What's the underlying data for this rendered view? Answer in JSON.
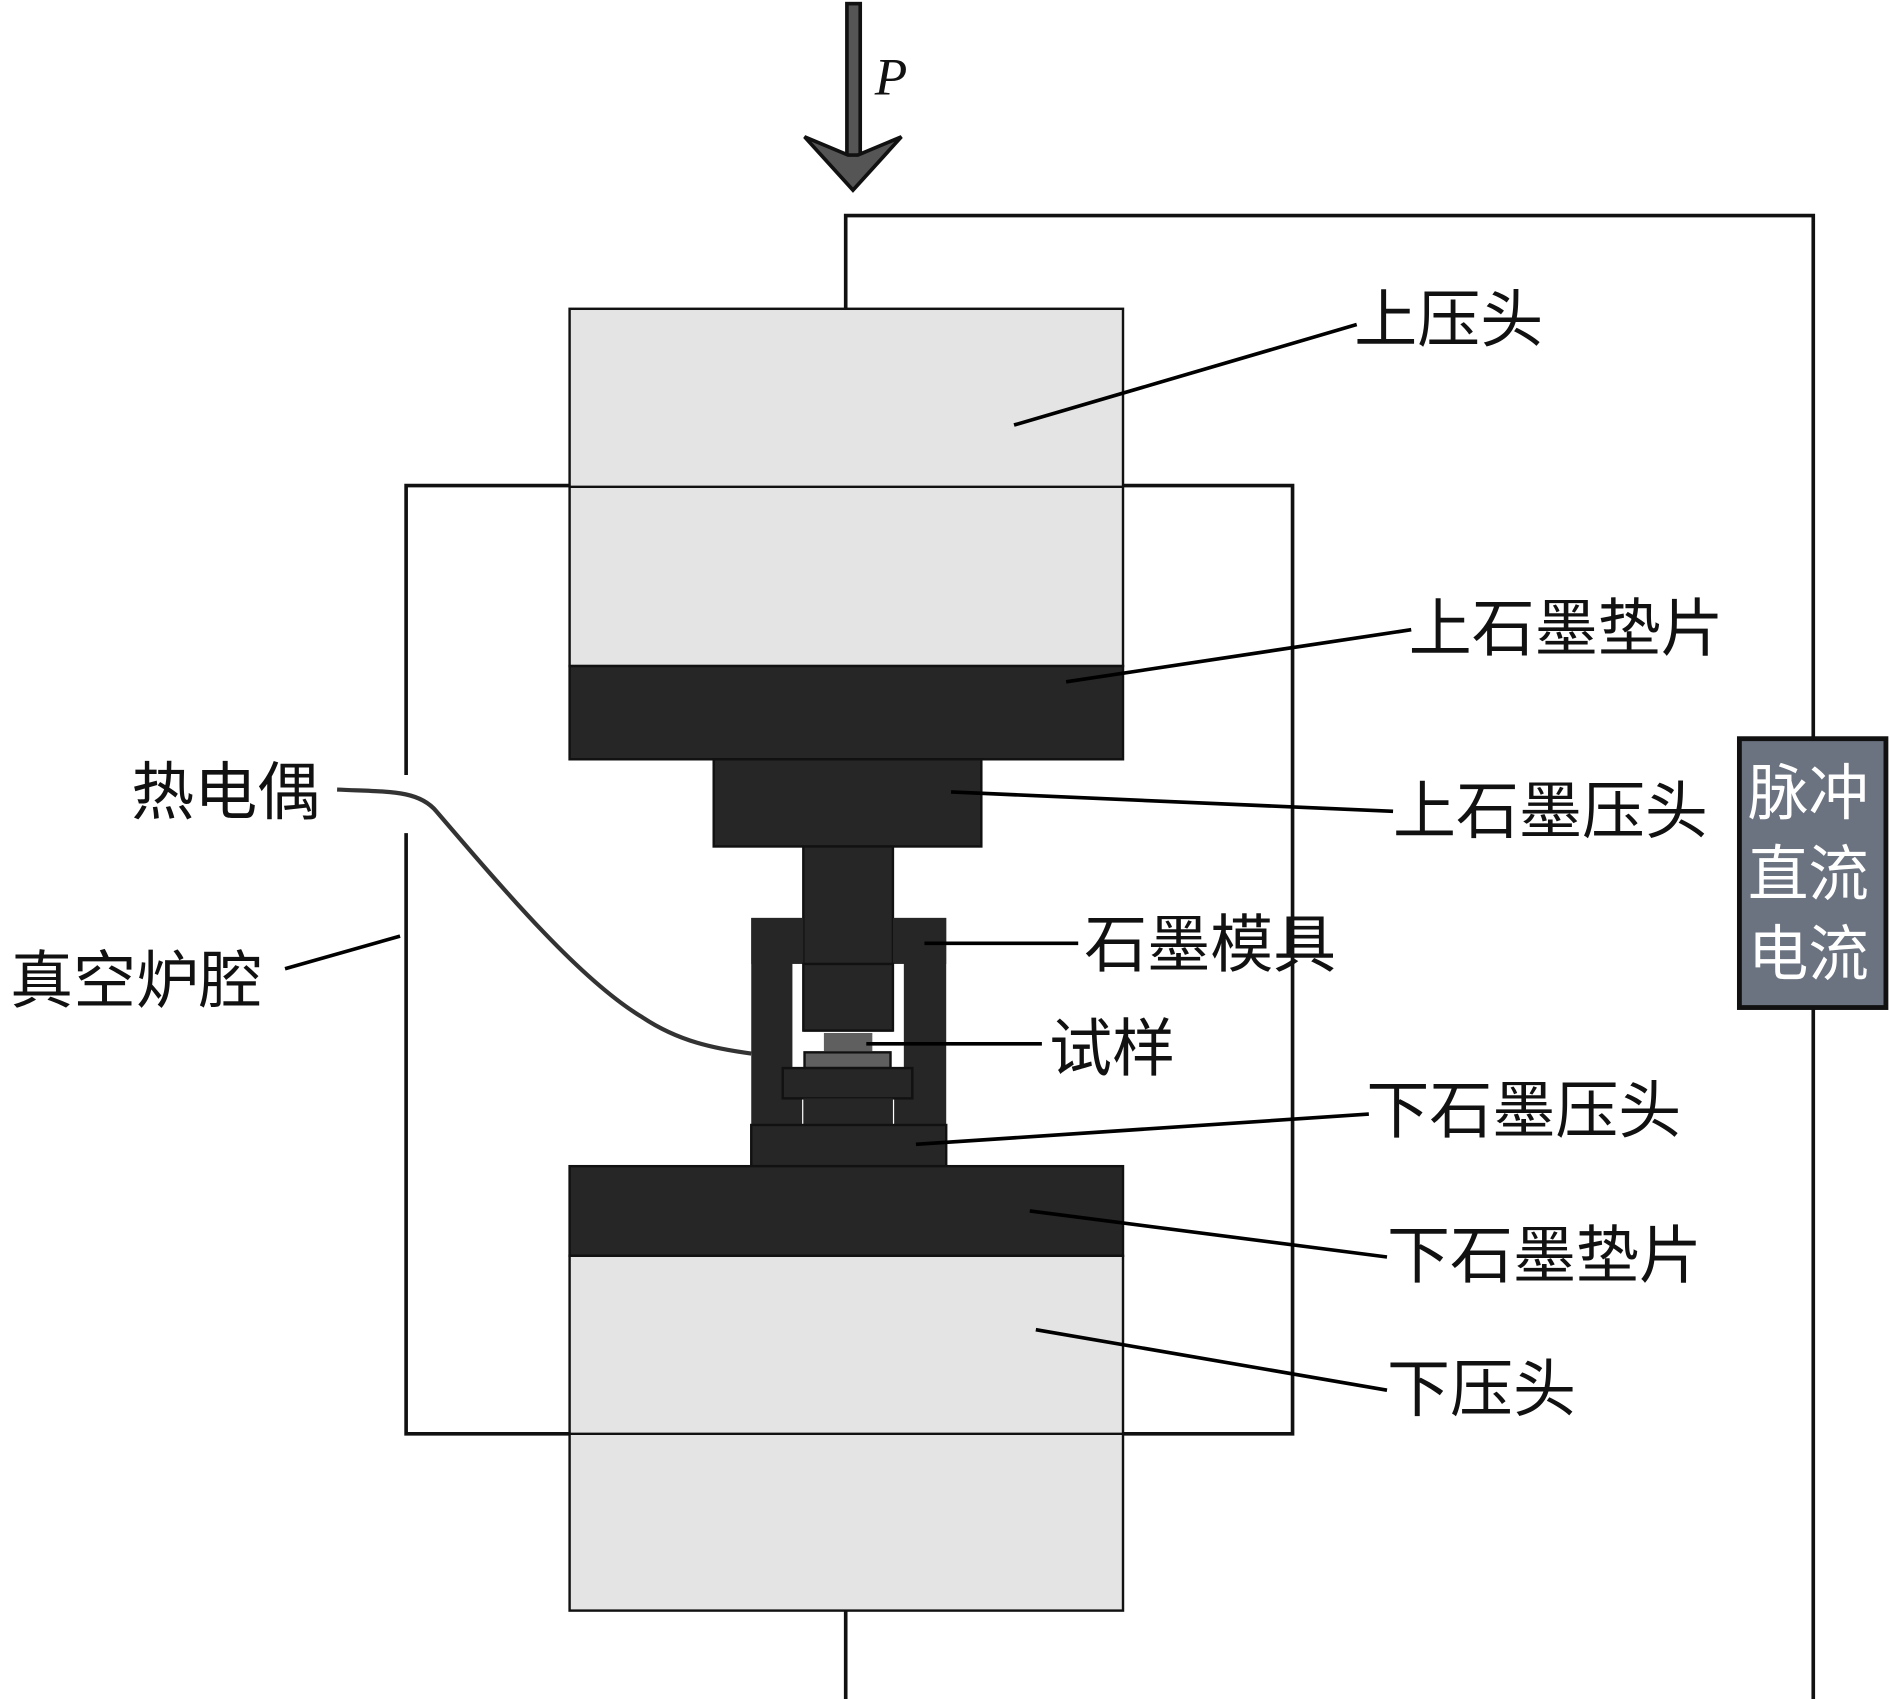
{
  "figure": {
    "force_label": "P",
    "labels": {
      "upper_press_head": "上压头",
      "upper_graphite_spacer": "上石墨垫片",
      "upper_graphite_punch": "上石墨压头",
      "thermocouple": "热电偶",
      "graphite_die": "石墨模具",
      "vacuum_chamber": "真空炉腔",
      "sample": "试样",
      "lower_graphite_punch": "下石墨压头",
      "lower_graphite_spacer": "下石墨垫片",
      "lower_press_head": "下压头"
    },
    "power_source": {
      "lines": [
        "脉冲",
        "直流",
        "电流"
      ],
      "fill": "#6b7280"
    },
    "colors": {
      "press_head": "#e4e4e4",
      "graphite": "#262626",
      "sample": "#5f5f5f",
      "arrow": "#555555"
    }
  }
}
